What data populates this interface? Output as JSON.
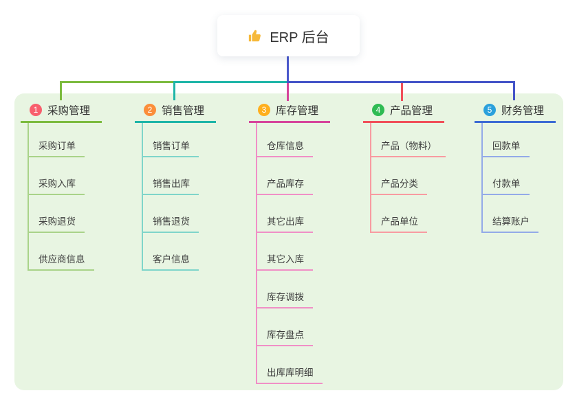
{
  "root": {
    "icon": "thumbs-up-icon",
    "label": "ERP 后台"
  },
  "branches": [
    {
      "index": "1",
      "label": "采购管理",
      "badge_color": "#f85f6d",
      "line_color": "#7cbb3f",
      "child_line_color": "#a9d389",
      "children": [
        "采购订单",
        "采购入库",
        "采购退货",
        "供应商信息"
      ]
    },
    {
      "index": "2",
      "label": "销售管理",
      "badge_color": "#fb8e3a",
      "line_color": "#1fb5a8",
      "child_line_color": "#7fd5ca",
      "children": [
        "销售订单",
        "销售出库",
        "销售退货",
        "客户信息"
      ]
    },
    {
      "index": "3",
      "label": "库存管理",
      "badge_color": "#ffaf1e",
      "line_color": "#d6459c",
      "child_line_color": "#f08fc6",
      "children": [
        "仓库信息",
        "产品库存",
        "其它出库",
        "其它入库",
        "库存调拨",
        "库存盘点",
        "出库库明细"
      ]
    },
    {
      "index": "4",
      "label": "产品管理",
      "badge_color": "#2fbb53",
      "line_color": "#f0505a",
      "child_line_color": "#f89ba1",
      "children": [
        "产品（物料）",
        "产品分类",
        "产品单位"
      ]
    },
    {
      "index": "5",
      "label": "财务管理",
      "badge_color": "#2aa0dc",
      "line_color": "#3d6bd4",
      "child_line_color": "#93aae8",
      "children": [
        "回款单",
        "付款单",
        "结算账户"
      ]
    }
  ],
  "colors": {
    "panel_background": "#e8f5e2",
    "canvas_background": "#ffffff",
    "root_connector": "#4454c8",
    "text": "#333333",
    "thumb_icon": "#f6b93b"
  }
}
